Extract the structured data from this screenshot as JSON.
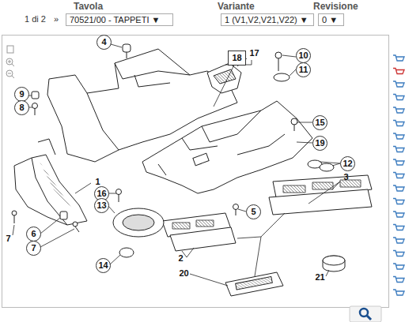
{
  "diagram": {
    "nodes": [
      {
        "text": [
          "70521/00 - TAPPETI ▼"
        ]
      },
      {
        "text": [
          "1 (V1,V2,V21,V22) ▼"
        ]
      },
      {
        "text": [
          "0 ▼"
        ]
      }
    ],
    "labels": [
      "Tavola",
      "Variante",
      "Revisione",
      "1 di 2",
      "»",
      "4",
      "17",
      "18",
      "10",
      "11",
      "9",
      "8",
      "15",
      "19",
      "12",
      "3",
      "1",
      "16",
      "13",
      "5",
      "6",
      "7",
      "7",
      "14",
      "2",
      "20",
      "21"
    ]
  }
}
